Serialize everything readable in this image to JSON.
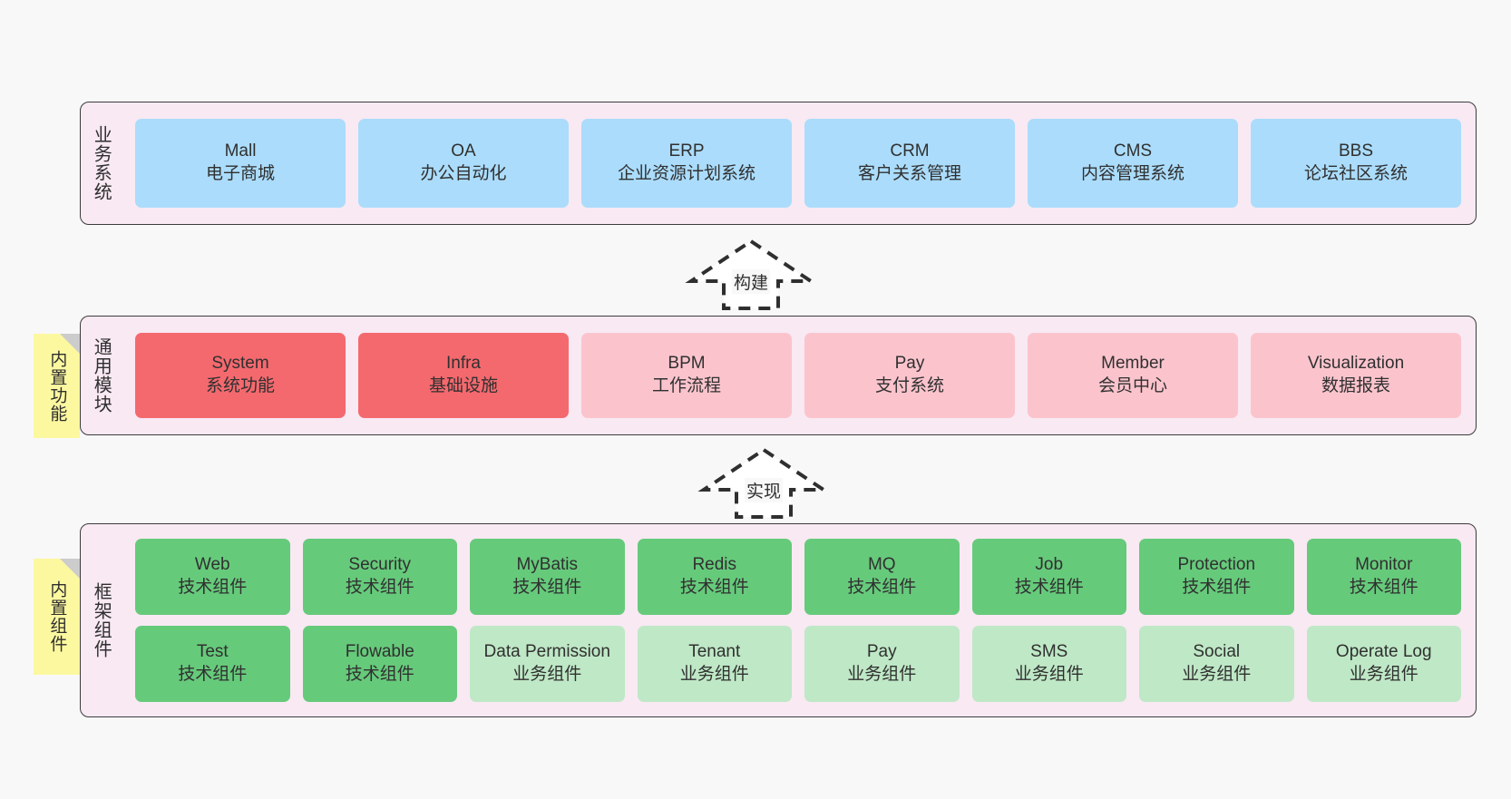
{
  "diagram": {
    "background_color": "#f8f8f8",
    "layer_bg_color": "#f8e9f3",
    "layer_border_color": "#3c3c3c",
    "sticky_color": "#fcf8a0"
  },
  "layers": [
    {
      "id": "business",
      "label": "业务系统",
      "cards": [
        {
          "en": "Mall",
          "cn": "电子商城",
          "color": "#abdcfb",
          "style": "blue"
        },
        {
          "en": "OA",
          "cn": "办公自动化",
          "color": "#abdcfb",
          "style": "blue"
        },
        {
          "en": "ERP",
          "cn": "企业资源计划系统",
          "color": "#abdcfb",
          "style": "blue"
        },
        {
          "en": "CRM",
          "cn": "客户关系管理",
          "color": "#abdcfb",
          "style": "blue"
        },
        {
          "en": "CMS",
          "cn": "内容管理系统",
          "color": "#abdcfb",
          "style": "blue"
        },
        {
          "en": "BBS",
          "cn": "论坛社区系统",
          "color": "#abdcfb",
          "style": "blue"
        }
      ]
    },
    {
      "id": "modules",
      "label": "通用模块",
      "sticky": "内置功能",
      "cards": [
        {
          "en": "System",
          "cn": "系统功能",
          "color": "#f4696e",
          "style": "red"
        },
        {
          "en": "Infra",
          "cn": "基础设施",
          "color": "#f4696e",
          "style": "red"
        },
        {
          "en": "BPM",
          "cn": "工作流程",
          "color": "#fbc4cd",
          "style": "pink"
        },
        {
          "en": "Pay",
          "cn": "支付系统",
          "color": "#fbc4cd",
          "style": "pink"
        },
        {
          "en": "Member",
          "cn": "会员中心",
          "color": "#fbc4cd",
          "style": "pink"
        },
        {
          "en": "Visualization",
          "cn": "数据报表",
          "color": "#fbc4cd",
          "style": "pink"
        }
      ]
    },
    {
      "id": "framework",
      "label": "框架组件",
      "sticky": "内置组件",
      "rows": [
        [
          {
            "en": "Web",
            "cn": "技术组件",
            "color": "#66ca7b",
            "style": "green"
          },
          {
            "en": "Security",
            "cn": "技术组件",
            "color": "#66ca7b",
            "style": "green"
          },
          {
            "en": "MyBatis",
            "cn": "技术组件",
            "color": "#66ca7b",
            "style": "green"
          },
          {
            "en": "Redis",
            "cn": "技术组件",
            "color": "#66ca7b",
            "style": "green"
          },
          {
            "en": "MQ",
            "cn": "技术组件",
            "color": "#66ca7b",
            "style": "green"
          },
          {
            "en": "Job",
            "cn": "技术组件",
            "color": "#66ca7b",
            "style": "green"
          },
          {
            "en": "Protection",
            "cn": "技术组件",
            "color": "#66ca7b",
            "style": "green"
          },
          {
            "en": "Monitor",
            "cn": "技术组件",
            "color": "#66ca7b",
            "style": "green"
          }
        ],
        [
          {
            "en": "Test",
            "cn": "技术组件",
            "color": "#66ca7b",
            "style": "green"
          },
          {
            "en": "Flowable",
            "cn": "技术组件",
            "color": "#66ca7b",
            "style": "green"
          },
          {
            "en": "Data Permission",
            "cn": "业务组件",
            "color": "#bfe8c6",
            "style": "mintgrn"
          },
          {
            "en": "Tenant",
            "cn": "业务组件",
            "color": "#bfe8c6",
            "style": "mintgrn"
          },
          {
            "en": "Pay",
            "cn": "业务组件",
            "color": "#bfe8c6",
            "style": "mintgrn"
          },
          {
            "en": "SMS",
            "cn": "业务组件",
            "color": "#bfe8c6",
            "style": "mintgrn"
          },
          {
            "en": "Social",
            "cn": "业务组件",
            "color": "#bfe8c6",
            "style": "mintgrn"
          },
          {
            "en": "Operate Log",
            "cn": "业务组件",
            "color": "#bfe8c6",
            "style": "mintgrn"
          }
        ]
      ]
    }
  ],
  "arrows": [
    {
      "id": "build",
      "label": "构建"
    },
    {
      "id": "implement",
      "label": "实现"
    }
  ]
}
